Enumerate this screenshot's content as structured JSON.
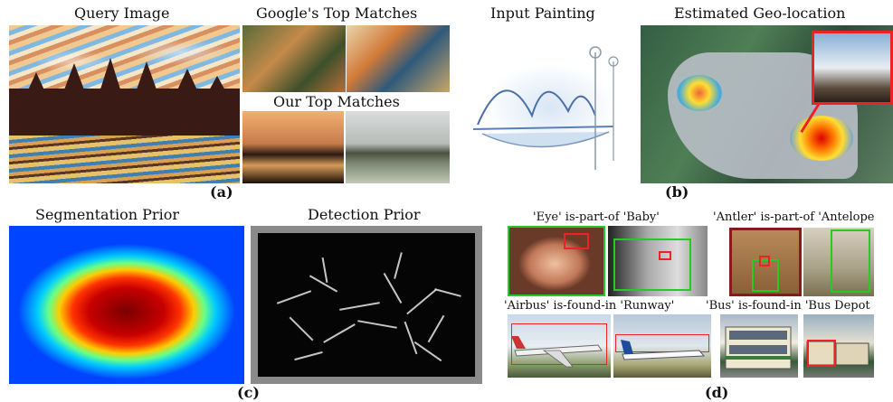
{
  "panel_a": {
    "query_title": "Query Image",
    "google_title": "Google's Top Matches",
    "ours_title": "Our Top Matches",
    "label": "(a)"
  },
  "panel_b": {
    "painting_title": "Input Painting",
    "geo_title": "Estimated Geo-location",
    "label": "(b)"
  },
  "panel_c": {
    "seg_title": "Segmentation Prior",
    "det_title": "Detection Prior",
    "label": "(c)"
  },
  "panel_d": {
    "eye_caption": "'Eye' is-part-of 'Baby'",
    "antler_caption": "'Antler' is-part-of 'Antelope",
    "airbus_caption": "'Airbus' is-found-in 'Runway'",
    "bus_caption": "'Bus' is-found-in 'Bus Depot",
    "label": "(d)"
  },
  "colors": {
    "detection_box_green": "#22cc22",
    "part_box_red": "#ee2222"
  }
}
